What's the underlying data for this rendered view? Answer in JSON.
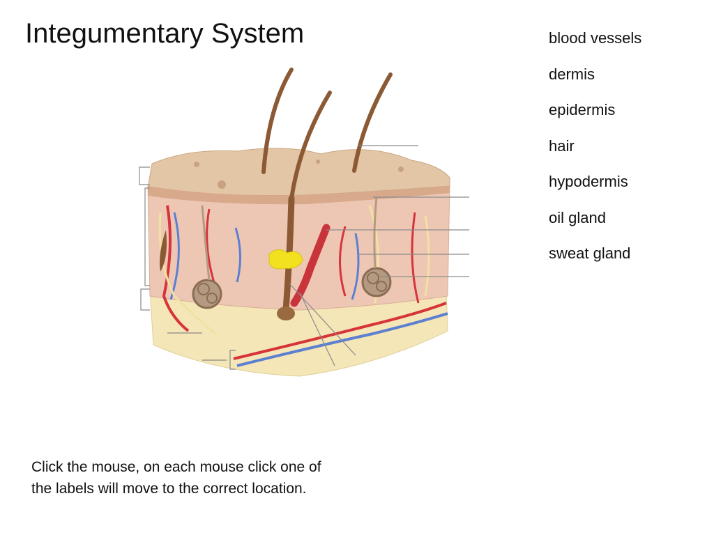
{
  "slide": {
    "title": "Integumentary System",
    "label_bank": [
      "blood vessels",
      "dermis",
      "epidermis",
      "hair",
      "hypodermis",
      "oil gland",
      "sweat gland"
    ],
    "instructions": "Click the mouse, on each mouse click one of the labels will move to the correct location."
  },
  "colors": {
    "epidermis": "#e3c6a6",
    "dermis": "#eec7b4",
    "hypodermis": "#f4e6b6",
    "hair": "#8b5a34",
    "artery": "#d7333a",
    "vein": "#5d7fd1",
    "nerve": "#f1e2a3",
    "oil_gland": "#f2e11e",
    "sweat_gland": "#a0826a",
    "leader_line": "#8a8a8a"
  }
}
